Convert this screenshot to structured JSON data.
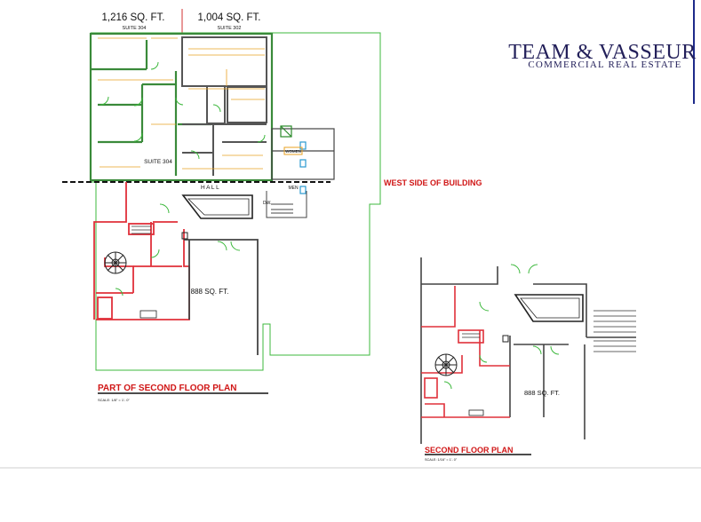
{
  "brand": {
    "name": "TEAM & VASSEUR",
    "tagline": "COMMERCIAL REAL ESTATE",
    "color": "#23205a"
  },
  "plan_top": {
    "left_area": "1,216 SQ. FT.",
    "left_suite": "SUITE 304",
    "right_area": "1,004 SQ. FT.",
    "right_suite": "SUITE 302",
    "suite_label": "SUITE 304",
    "hall_label": "H A L L",
    "women_label": "WOMEN",
    "men_label": "MEN",
    "dw_label": "DW.",
    "west_side_label": "WEST SIDE OF BUILDING",
    "area_888": "888 SQ. FT.",
    "title": "PART OF SECOND FLOOR PLAN",
    "scale": "SCALE: 1/8\" = 1'- 0\""
  },
  "plan_bottom": {
    "area_888": "888 SQ. FT.",
    "title": "SECOND FLOOR PLAN",
    "scale": "SCALE: 1/16\" = 1'- 0\""
  },
  "colors": {
    "wall": "#555555",
    "outline_green": "#3cb83c",
    "red_walls": "#e0303a",
    "dimension_orange": "#e8a020",
    "title_red": "#d01616"
  }
}
